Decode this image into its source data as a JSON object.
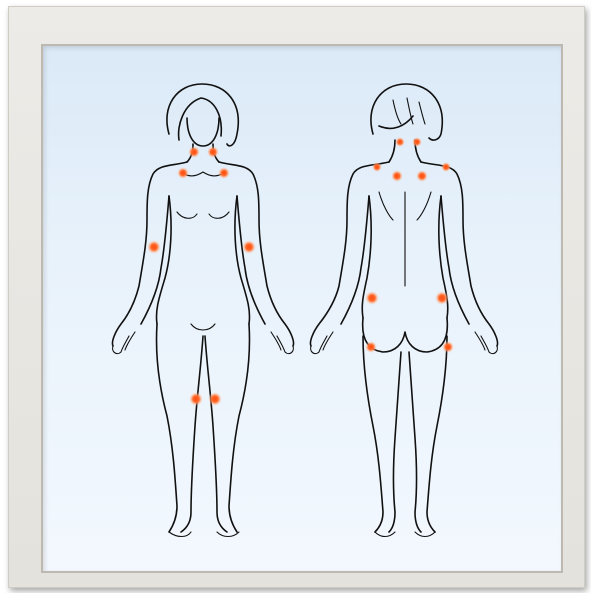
{
  "figures": [
    {
      "name": "front-figure"
    },
    {
      "name": "back-figure"
    }
  ],
  "tender_points": {
    "color_core": "#ff5a1a",
    "color_glow": "#ffb38a",
    "count": 18
  }
}
